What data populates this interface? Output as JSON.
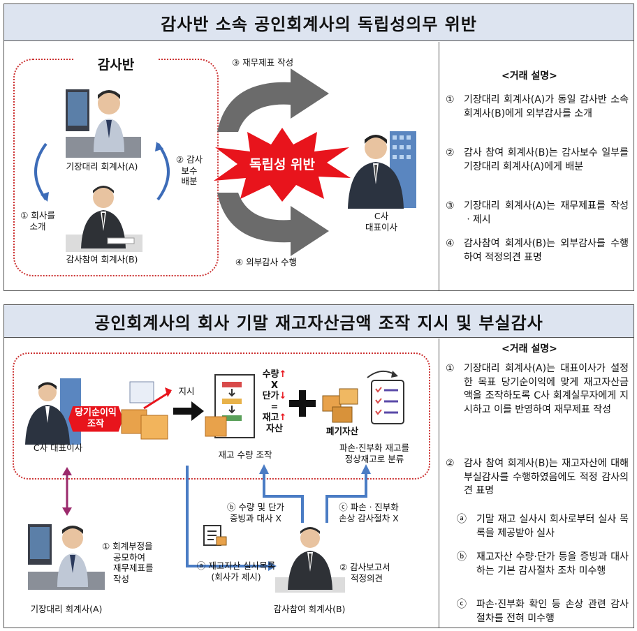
{
  "colors": {
    "title_bg": "#dde4f0",
    "dotted": "#cc3333",
    "burst": "#e8141c",
    "arrow_gray": "#6e6e6e",
    "arrow_blue": "#4a7cc4",
    "arrow_purple": "#9b2a6c"
  },
  "panel1": {
    "title": "감사반 소속 공인회계사의 독립성의무 위반",
    "group_label": "감사반",
    "person_a": "기장대리 회계사(A)",
    "person_b": "감사참여 회계사(B)",
    "company": {
      "line1": "C사",
      "line2": "대표이사"
    },
    "step1": {
      "line1": "① 회사를",
      "line2": "소개"
    },
    "step2": {
      "line1": "② 감사",
      "line2": "보수",
      "line3": "배분"
    },
    "step3": "③ 재무제표 작성",
    "step4": "④ 외부감사 수행",
    "burst": "독립성 위반",
    "desc_title": "<거래 설명>",
    "desc": [
      {
        "num": "①",
        "text": "기장대리 회계사(A)가 동일 감사반 소속 회계사(B)에게 외부감사를 소개"
      },
      {
        "num": "②",
        "text": "감사 참여 회계사(B)는 감사보수 일부를 기장대리 회계사(A)에게 배분"
      },
      {
        "num": "③",
        "text": "기장대리 회계사(A)는 재무제표를 작성ㆍ제시"
      },
      {
        "num": "④",
        "text": "감사참여 회계사(B)는 외부감사를 수행하여 적정의견 표명"
      }
    ]
  },
  "panel2": {
    "title": "공인회계사의 회사 기말 재고자산금액 조작 지시 및 부실감사",
    "ceo": "C사 대표이사",
    "profit_tag": {
      "line1": "당기순이익",
      "line2": "조작"
    },
    "instruct": "지시",
    "formula": {
      "qty": "수량",
      "times": "X",
      "price": "단가",
      "eq": "=",
      "inv1": "재고",
      "inv2": "자산"
    },
    "inventory_manip": "재고 수량 조작",
    "disposal": "폐기자산",
    "disposal_desc": {
      "line1": "파손·진부화 재고를",
      "line2": "정상재고로 분류"
    },
    "check_b": {
      "line1": "ⓑ 수량 및 단가",
      "line2": "증빙과 대사 X"
    },
    "check_c": {
      "line1": "ⓒ 파손ㆍ진부화",
      "line2": "손상 감사절차 X"
    },
    "list_a": {
      "line1": "ⓐ 재고자산 실사목록",
      "line2": "(회사가 제시)"
    },
    "note1": {
      "line1": "① 회계부정을",
      "line2": "공모하여",
      "line3": "재무제표를",
      "line4": "작성"
    },
    "note2": {
      "line1": "② 감사보고서",
      "line2": "적정의견"
    },
    "person_a": "기장대리 회계사(A)",
    "person_b": "감사참여 회계사(B)",
    "desc_title": "<거래 설명>",
    "desc": [
      {
        "num": "①",
        "text": "기장대리 회계사(A)는 대표이사가 설정한 목표 당기순이익에 맞게 재고자산금액을 조작하도록 C사 회계실무자에게 지시하고 이를 반영하여 재무제표 작성"
      },
      {
        "num": "②",
        "text": "감사 참여 회계사(B)는 재고자산에 대해 부실감사를 수행하였음에도 적정 감사의견 표명"
      }
    ],
    "subdesc": [
      {
        "num": "ⓐ",
        "text": "기말 재고 실사시 회사로부터 실사 목록을 제공받아 실사"
      },
      {
        "num": "ⓑ",
        "text": "재고자산 수량·단가 등을 증빙과 대사하는 기본 감사절차 조차 미수행"
      },
      {
        "num": "ⓒ",
        "text": "파손·진부화 확인 등 손상 관련 감사절차를 전혀 미수행"
      }
    ]
  }
}
